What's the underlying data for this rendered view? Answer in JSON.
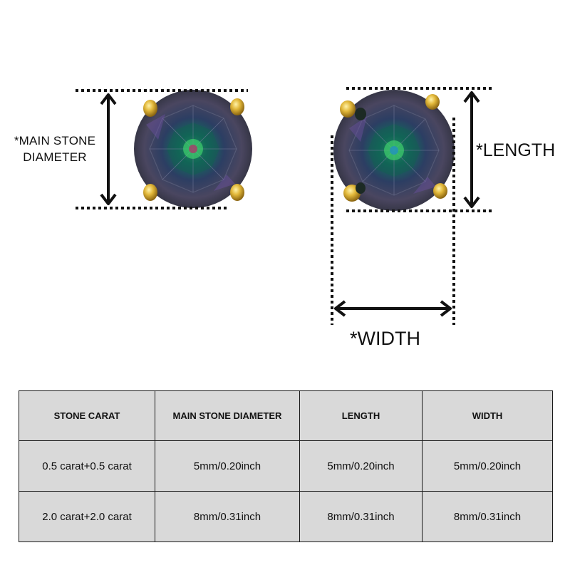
{
  "labels": {
    "main_stone_diameter": "*MAIN STONE DIAMETER",
    "length": "*LENGTH",
    "width": "*WIDTH"
  },
  "table": {
    "headers": [
      "STONE CARAT",
      "MAIN STONE DIAMETER",
      "LENGTH",
      "WIDTH"
    ],
    "rows": [
      [
        "0.5 carat+0.5 carat",
        "5mm/0.20inch",
        "5mm/0.20inch",
        "5mm/0.20inch"
      ],
      [
        "2.0 carat+2.0 carat",
        "8mm/0.31inch",
        "8mm/0.31inch",
        "8mm/0.31inch"
      ]
    ]
  },
  "colors": {
    "table_background": "#d9d9d9",
    "gold_prong": "#d4a82a",
    "stone_dark": "#3a3f52",
    "stone_green": "#1f9a5a",
    "stone_purple": "#6a4fa0"
  },
  "icons": [
    "stone-front-view-illustration",
    "stone-angled-view-illustration",
    "dimension-arrow-icon"
  ]
}
